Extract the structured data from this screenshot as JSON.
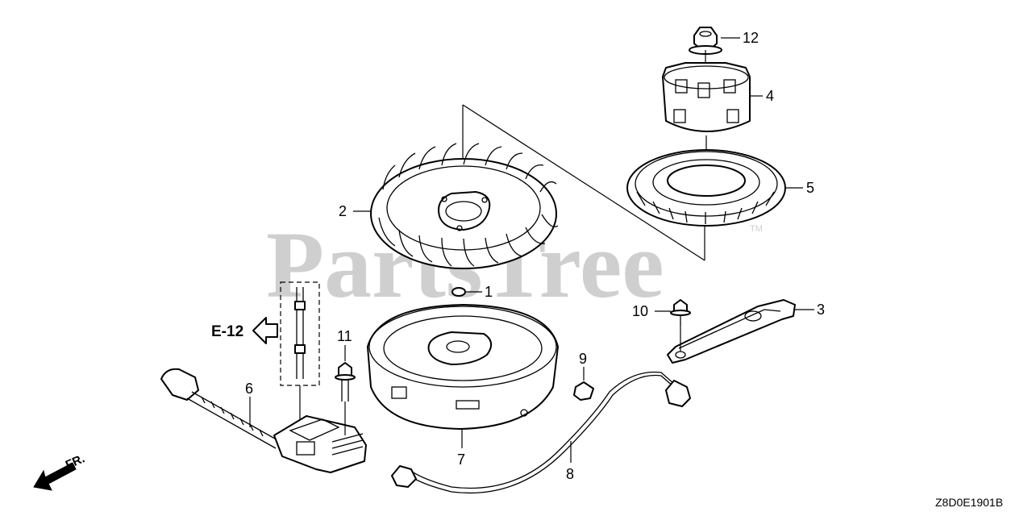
{
  "watermark": {
    "text": "PartsTree",
    "trademark": "TM"
  },
  "diagram_code": "Z8D0E1901B",
  "reference": {
    "label": "E-12"
  },
  "direction": {
    "label": "FR."
  },
  "callouts": [
    {
      "id": "1"
    },
    {
      "id": "2"
    },
    {
      "id": "3"
    },
    {
      "id": "4"
    },
    {
      "id": "5"
    },
    {
      "id": "6"
    },
    {
      "id": "7"
    },
    {
      "id": "8"
    },
    {
      "id": "9"
    },
    {
      "id": "10"
    },
    {
      "id": "11"
    },
    {
      "id": "12"
    }
  ]
}
